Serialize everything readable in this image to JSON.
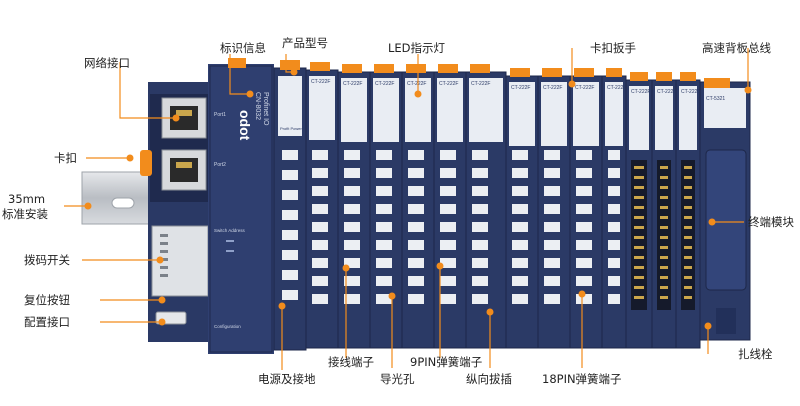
{
  "labels": {
    "network_port": "网络接口",
    "clip": "卡扣",
    "din_rail_line1": "35mm",
    "din_rail_line2": "标准安装",
    "dip_switch": "拨码开关",
    "reset_button": "复位按钮",
    "config_port": "配置接口",
    "id_info": "标识信息",
    "product_model": "产品型号",
    "led_indicator": "LED指示灯",
    "latch_lever": "卡扣扳手",
    "backplane_bus": "高速背板总线",
    "terminal_module": "终端模块",
    "cable_tie": "扎线栓",
    "power_ground": "电源及接地",
    "wiring_terminal": "接线端子",
    "light_guide": "导光孔",
    "spring_9pin": "9PIN弹簧端子",
    "vertical_plug": "纵向拔插",
    "spring_18pin": "18PIN弹簧端子"
  },
  "device": {
    "brand": "odot",
    "coupler_model": "CN-8032",
    "coupler_protocol": "Profinet IO",
    "port_1": "Port1",
    "port_2": "Port2",
    "switch_label": "Switch Address",
    "config_label": "Configuration",
    "power_label": "Profit Power",
    "io_module_model": "CT-222F",
    "end_module_model": "CT-5321"
  },
  "colors": {
    "module_body": "#2b3a66",
    "module_dark": "#1d2749",
    "latch_orange": "#f28c1c",
    "callout_orange": "#f28c1c",
    "rail_silver": "#c9ccd1"
  }
}
